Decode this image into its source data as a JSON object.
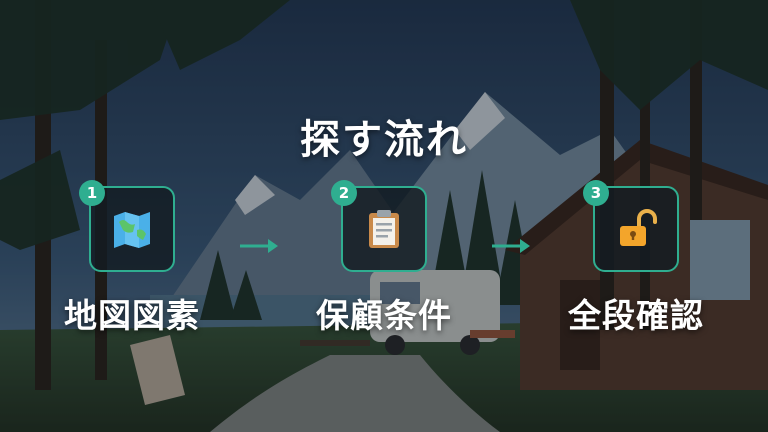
{
  "title": "探す流れ",
  "steps": [
    {
      "number": "1",
      "label": "地図図素",
      "icon": "map-icon"
    },
    {
      "number": "2",
      "label": "保顧条件",
      "icon": "clipboard-icon"
    },
    {
      "number": "3",
      "label": "全段確認",
      "icon": "unlock-icon"
    }
  ],
  "colors": {
    "accent": "#2fae90",
    "text": "#ffffff",
    "box_bg": "#141c22"
  }
}
